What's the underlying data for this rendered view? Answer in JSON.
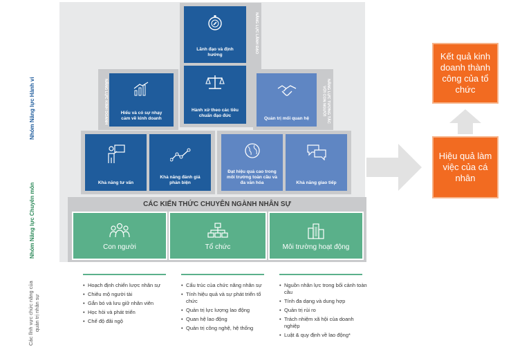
{
  "left_labels": {
    "behavior": "Nhóm Năng lực Hành vi",
    "professional": "Nhóm Năng lực Chuyên môn",
    "hr_areas": "Các lĩnh vực chức năng của quản trị nhân sự"
  },
  "side_labels": {
    "leadership": "NĂNG LỰC LÃNH ĐẠO",
    "business": "NĂNG LỰC KINH DOANH",
    "interaction": "NĂNG LỰC TƯƠNG TÁC VỚI CON NGƯỜI"
  },
  "tiles": {
    "lead": "Lãnh đạo và định hướng",
    "ethics": "Hành xử theo các tiêu chuẩn đạo đức",
    "business_acumen": "Hiểu và có sự nhạy cảm về kinh doanh",
    "relationship": "Quản trị mối quan hệ",
    "consult": "Khả năng tư vấn",
    "critical": "Khả năng đánh giá phản biện",
    "global": "Đạt hiệu quả cao trong môi trường toàn cầu và đa văn hóa",
    "communication": "Khả năng giao tiếp"
  },
  "knowledge": {
    "title": "CÁC KIẾN THỨC CHUYÊN NGÀNH NHÂN SỰ",
    "people": "Con người",
    "organization": "Tổ chức",
    "workplace": "Môi trường hoạt động"
  },
  "lists": {
    "people": [
      "Hoạch định chiến lược nhân sự",
      "Chiêu mộ người tài",
      "Gắn bó và lưu giữ nhân viên",
      "Học hỏi và phát triển",
      "Chế độ đãi ngộ"
    ],
    "organization": [
      "Cấu trúc của chức năng nhân sự",
      "Tính hiệu quả và sự phát triển tổ chức",
      "Quản trị lực lượng lao động",
      "Quan hệ lao động",
      "Quản trị công nghệ, hệ thống"
    ],
    "workplace": [
      "Nguồn nhân lực trong bối cảnh toàn cầu",
      "Tính đa dạng và dung hợp",
      "Quản trị rủi ro",
      "Trách nhiệm xã hội của doanh nghiệp",
      "Luật & quy định về lao động*"
    ]
  },
  "results": {
    "individual": "Hiệu quả làm việc của cá nhân",
    "organization": "Kết quả kinh doanh thành công của tổ chức"
  },
  "colors": {
    "dark_blue": "#1f5c9c",
    "light_blue": "#5f86c3",
    "green": "#5ab08a",
    "orange": "#f26b21",
    "label_blue": "#1f5c9c",
    "label_green": "#2e8a5a"
  }
}
